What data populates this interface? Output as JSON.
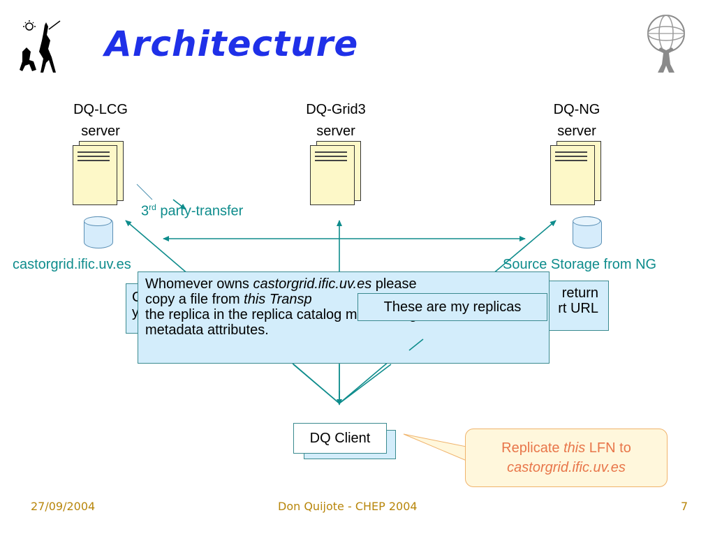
{
  "slide": {
    "title": "Architecture",
    "page_number": "7",
    "footer_date": "27/09/2004",
    "footer_center": "Don Quijote - CHEP 2004"
  },
  "servers": [
    {
      "name": "DQ-LCG",
      "sub": "server"
    },
    {
      "name": "DQ-Grid3",
      "sub": "server"
    },
    {
      "name": "DQ-NG",
      "sub": "server"
    }
  ],
  "storage": {
    "left_label": "castorgrid.ific.uv.es",
    "right_label": "Source Storage from NG"
  },
  "transfer": {
    "prefix": "3",
    "superscript": "rd",
    "suffix": " party-transfer"
  },
  "behind_boxes": {
    "left_line1": "C",
    "left_line2": "y",
    "right_line1": "return",
    "right_line2": "rt URL"
  },
  "main_box": {
    "l1_a": "Whomever owns ",
    "l1_b": "castorgrid.ific.uv.es",
    "l1_c": " please",
    "l2_a": "copy a file from ",
    "l2_b": "this Transp",
    "l3_a": "the replica in the replica catalog maintaining ",
    "l3_b": "these",
    "l4": "metadata attributes."
  },
  "replicas_box": {
    "text": "These are my replicas"
  },
  "client": {
    "label": "DQ Client"
  },
  "callout": {
    "a": "Replicate ",
    "b": "this",
    "c": " LFN to",
    "d": "castorgrid.ific.uv.es"
  },
  "colors": {
    "title": "#1f30e8",
    "teal": "#0e8c8c",
    "box_fill": "#d3edfb",
    "callout_text": "#e8764a",
    "footer": "#b8860b"
  }
}
